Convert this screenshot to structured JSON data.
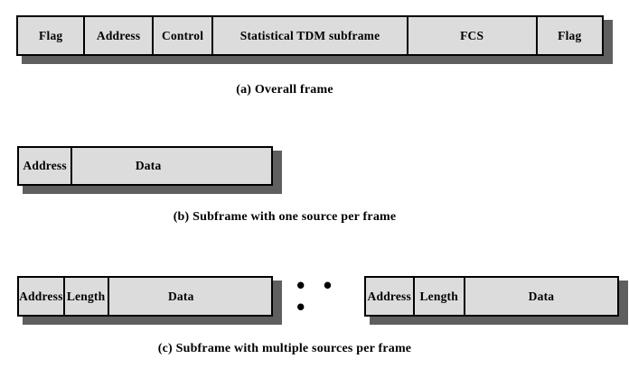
{
  "diagram": {
    "colors": {
      "background": "#ffffff",
      "cell_fill": "#dcdcdc",
      "border": "#000000",
      "shadow": "#5f5f5f",
      "text": "#000000"
    },
    "frames": {
      "overall": {
        "caption": "(a) Overall frame",
        "cells": [
          "Flag",
          "Address",
          "Control",
          "Statistical TDM subframe",
          "FCS",
          "Flag"
        ]
      },
      "one_source": {
        "caption": "(b) Subframe with one source per frame",
        "cells": [
          "Address",
          "Data"
        ]
      },
      "multi_source": {
        "caption": "(c) Subframe with multiple sources per frame",
        "left_cells": [
          "Address",
          "Length",
          "Data"
        ],
        "right_cells": [
          "Address",
          "Length",
          "Data"
        ],
        "ellipsis": "• • •"
      }
    }
  }
}
